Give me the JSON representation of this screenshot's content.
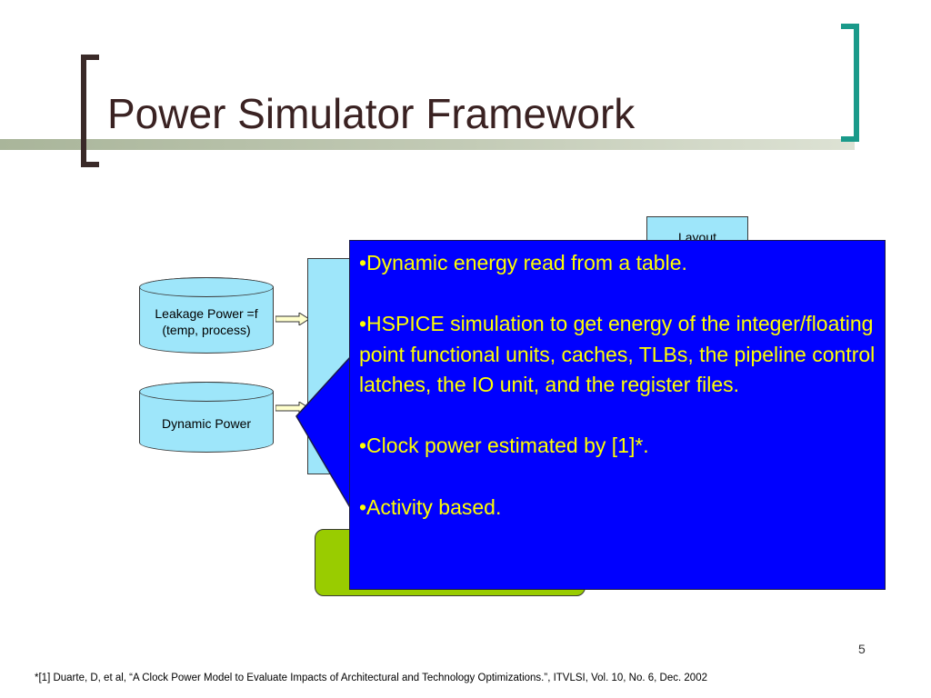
{
  "title": "Power Simulator Framework",
  "diagram": {
    "leakage_label": "Leakage Power =f (temp, process)",
    "dynamic_label": "Dynamic Power",
    "layout_label": "Layout"
  },
  "callout": {
    "bullets": [
      "•Dynamic energy read from a table.",
      "•HSPICE simulation to get energy of the integer/floating point functional units, caches, TLBs, the pipeline control latches, the IO unit, and the register files.",
      "•Clock power estimated by [1]*.",
      "•Activity based."
    ]
  },
  "page_number": "5",
  "footnote": "*[1] Duarte, D, et al, “A Clock Power Model to Evaluate Impacts of Architectural and Technology Optimizations.”, ITVLSI, Vol. 10, No. 6, Dec. 2002",
  "colors": {
    "callout_bg": "#0000ff",
    "callout_text": "#ffff00",
    "diagram_fill": "#9ee6fa",
    "green_box": "#99cc00",
    "title_text": "#3a2222",
    "bracket_left": "#3a2a28",
    "bracket_right": "#1a9a8a"
  }
}
